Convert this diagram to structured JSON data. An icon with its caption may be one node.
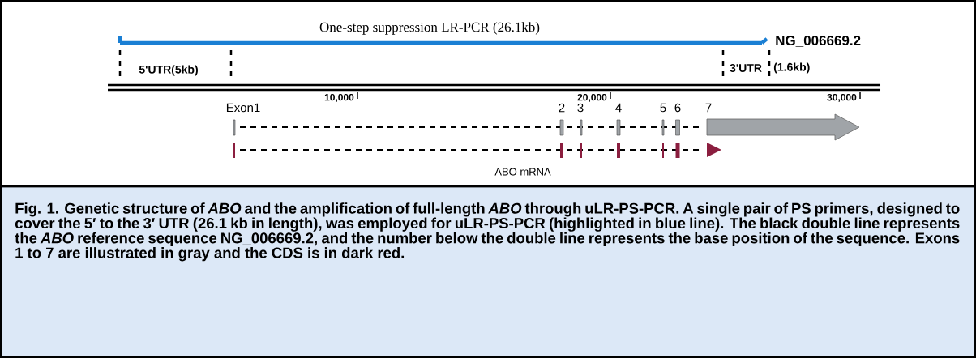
{
  "diagram": {
    "caption": "Fig. 1.  Genetic structure of *ABO* and the amplification of full-length *ABO* through uLR-PS-PCR. A single pair of PS primers, designed to cover the 5′ to the 3′ UTR (26.1 kb in length), was employed for uLR-PS-PCR (highlighted in blue line). The black double line represents the *ABO* reference sequence NG_006669.2, and the number below the double line represents the base position of the sequence. Exons 1 to 7 are illustrated in gray and the CDS is in dark red.",
    "labels": [
      "One-step suppression LR-PCR (26.1kb)",
      "NG_006669.2",
      "5'UTR(5kb)",
      "3'UTR",
      "(1.6kb)",
      "10,000",
      "20,000",
      "30,000",
      "Exon1",
      "2",
      "3",
      "4",
      "5",
      "6",
      "7",
      "ABO mRNA"
    ]
  }
}
